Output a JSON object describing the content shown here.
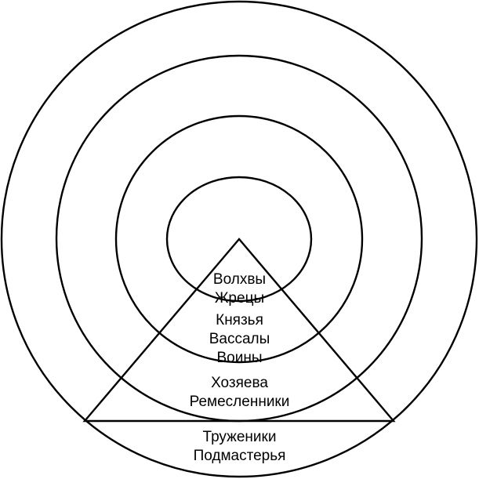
{
  "diagram": {
    "colors": {
      "stroke": "#000000",
      "background": "#ffffff"
    },
    "levels": [
      {
        "lines": [
          "Волхвы",
          "Жрецы"
        ]
      },
      {
        "lines": [
          "Князья",
          "Вассалы",
          "Воины"
        ]
      },
      {
        "lines": [
          "Хозяева",
          "Ремесленники"
        ]
      },
      {
        "lines": [
          "Труженики",
          "Подмастерья"
        ]
      }
    ]
  }
}
